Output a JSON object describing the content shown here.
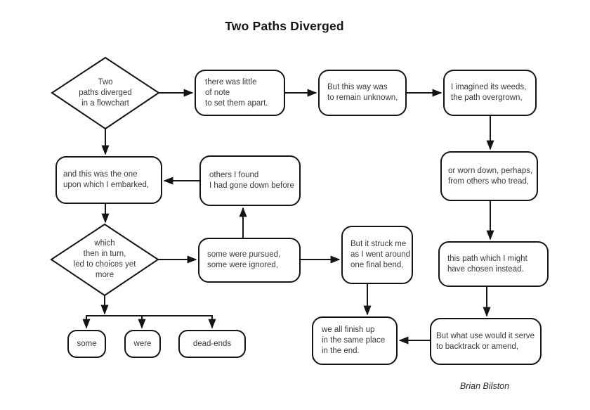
{
  "title": "Two Paths Diverged",
  "caption": "Brian Bilston",
  "nodes": {
    "d1": {
      "label": "Two\npaths diverged\nin a flowchart"
    },
    "b1": {
      "label": "there was little\nof note\nto set them apart."
    },
    "b2": {
      "label": "But this way was\nto remain unknown,"
    },
    "b3": {
      "label": "I imagined its weeds,\nthe path overgrown,"
    },
    "b4": {
      "label": "or worn down, perhaps,\nfrom others who tread,"
    },
    "b5": {
      "label": "and this was the one\nupon which I embarked,"
    },
    "b6": {
      "label": "others I found\nI had gone down before"
    },
    "d2": {
      "label": "which\nthen in turn,\nled to choices yet\nmore"
    },
    "b7": {
      "label": "some were pursued,\nsome were ignored,"
    },
    "b8": {
      "label": "But it struck me\nas I went around\none final bend,"
    },
    "b9": {
      "label": "this path which I might\nhave chosen instead."
    },
    "b10": {
      "label": "But what use would it serve\nto backtrack or amend,"
    },
    "b11": {
      "label": "we all finish up\nin the same place\nin the end."
    },
    "s1": {
      "label": "some"
    },
    "s2": {
      "label": "were"
    },
    "s3": {
      "label": "dead-ends"
    }
  },
  "colors": {
    "stroke": "#141414",
    "text": "#3a3a3a",
    "background": "#ffffff"
  }
}
